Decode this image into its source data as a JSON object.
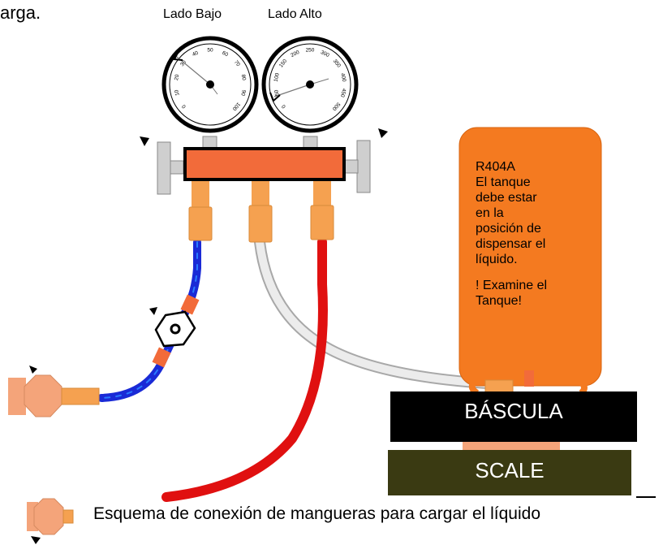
{
  "corner_text": "arga.",
  "gauges": {
    "low": {
      "label": "Lado Bajo",
      "ticks": [
        "0",
        "10",
        "20",
        "30",
        "40",
        "50",
        "60",
        "70",
        "80",
        "90",
        "100"
      ]
    },
    "high": {
      "label": "Lado Alto",
      "ticks": [
        "0",
        "50",
        "100",
        "150",
        "200",
        "250",
        "300",
        "350",
        "400",
        "450",
        "500"
      ]
    }
  },
  "tank": {
    "lines": [
      "R404A",
      "El tanque",
      "debe estar",
      "en la",
      "posición de",
      "dispensar el",
      "líquido."
    ],
    "warning_lines": [
      "! Examine el",
      "Tanque!"
    ]
  },
  "scale": {
    "top_label": "BÁSCULA",
    "bottom_label": "SCALE"
  },
  "caption": "Esquema de conexión de mangueras para cargar el líquido",
  "colors": {
    "manifold": "#f26b3a",
    "fitting": "#f5a150",
    "low_hose": "#1a2ad6",
    "high_hose": "#e01010",
    "center_hose": "#e8e8e8",
    "tank": "#f47a20",
    "scale_top": "#000000",
    "scale_bottom": "#3a3a12",
    "valve_body": "#f4a47a"
  }
}
